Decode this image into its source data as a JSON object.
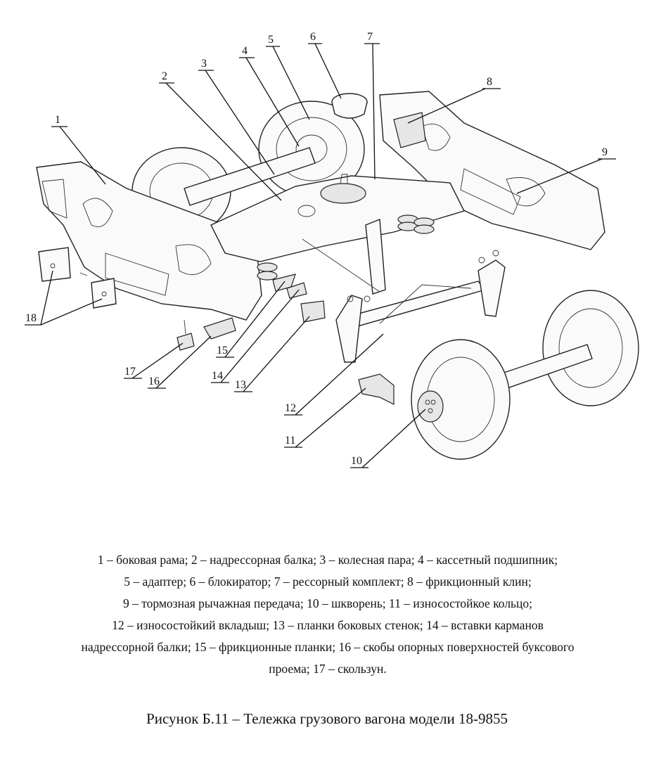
{
  "callouts": [
    {
      "n": "1"
    },
    {
      "n": "2"
    },
    {
      "n": "3"
    },
    {
      "n": "4"
    },
    {
      "n": "5"
    },
    {
      "n": "6"
    },
    {
      "n": "7"
    },
    {
      "n": "8"
    },
    {
      "n": "9"
    },
    {
      "n": "10"
    },
    {
      "n": "11"
    },
    {
      "n": "12"
    },
    {
      "n": "13"
    },
    {
      "n": "14"
    },
    {
      "n": "15"
    },
    {
      "n": "16"
    },
    {
      "n": "17"
    },
    {
      "n": "18"
    }
  ],
  "legend": {
    "lines": [
      "1 – боковая рама; 2 – надрессорная балка; 3 – колесная пара; 4 – кассетный подшипник;",
      "5 – адаптер; 6 – блокиратор; 7 – рессорный комплект; 8 – фрикционный клин;",
      "9 – тормозная рычажная передача; 10 – шкворень; 11 – износостойкое кольцо;",
      "12 – износостойкий вкладыш; 13 – планки боковых стенок; 14 – вставки карманов",
      "надрессорной балки; 15 – фрикционные планки; 16 – скобы опорных поверхностей буксового",
      "проема; 17 – скользун."
    ]
  },
  "caption": "Рисунок Б.11 – Тележка грузового вагона модели 18-9855"
}
